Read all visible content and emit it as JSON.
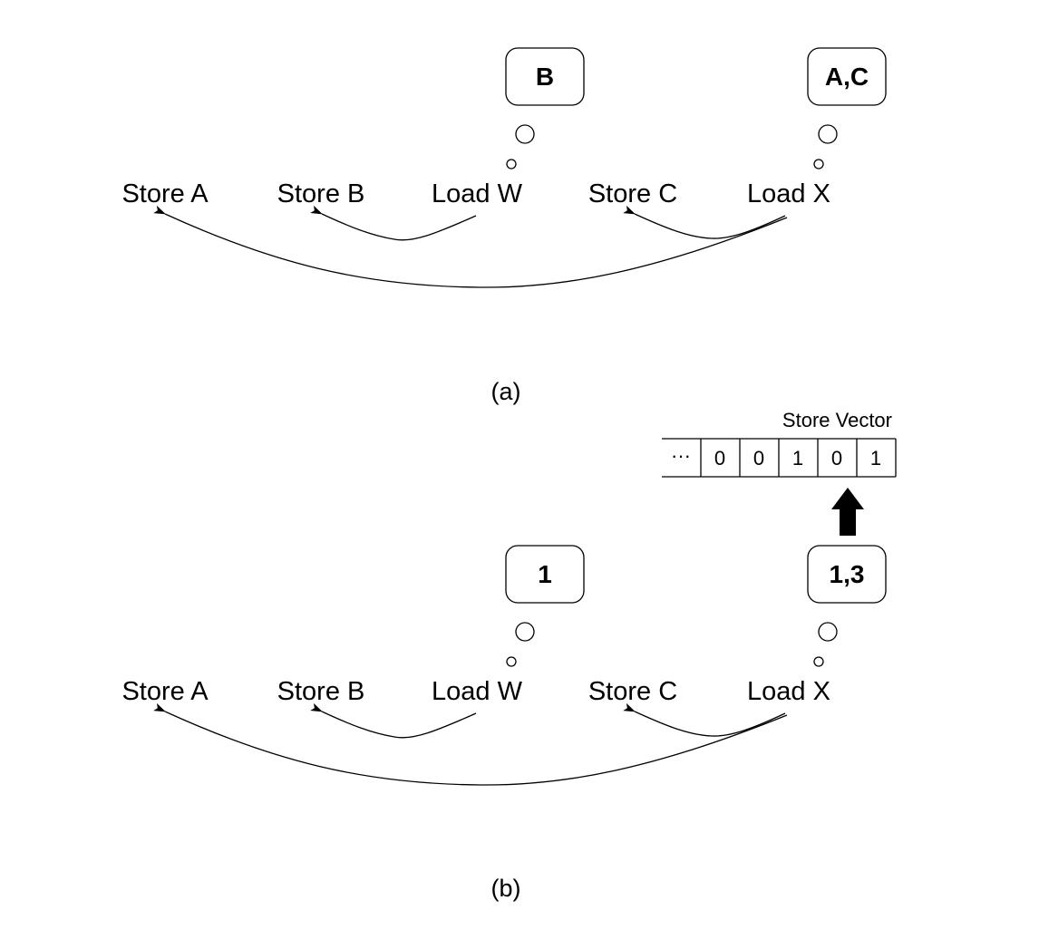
{
  "panel_a": {
    "instructions": [
      "Store A",
      "Store B",
      "Load W",
      "Store C",
      "Load X"
    ],
    "bubble_w": "B",
    "bubble_x": "A,C",
    "caption": "(a)"
  },
  "panel_b": {
    "instructions": [
      "Store A",
      "Store B",
      "Load W",
      "Store C",
      "Load X"
    ],
    "bubble_w": "1",
    "bubble_x": "1,3",
    "caption": "(b)",
    "store_vector": {
      "title": "Store Vector",
      "cells": [
        "···",
        "0",
        "0",
        "1",
        "0",
        "1"
      ]
    }
  }
}
